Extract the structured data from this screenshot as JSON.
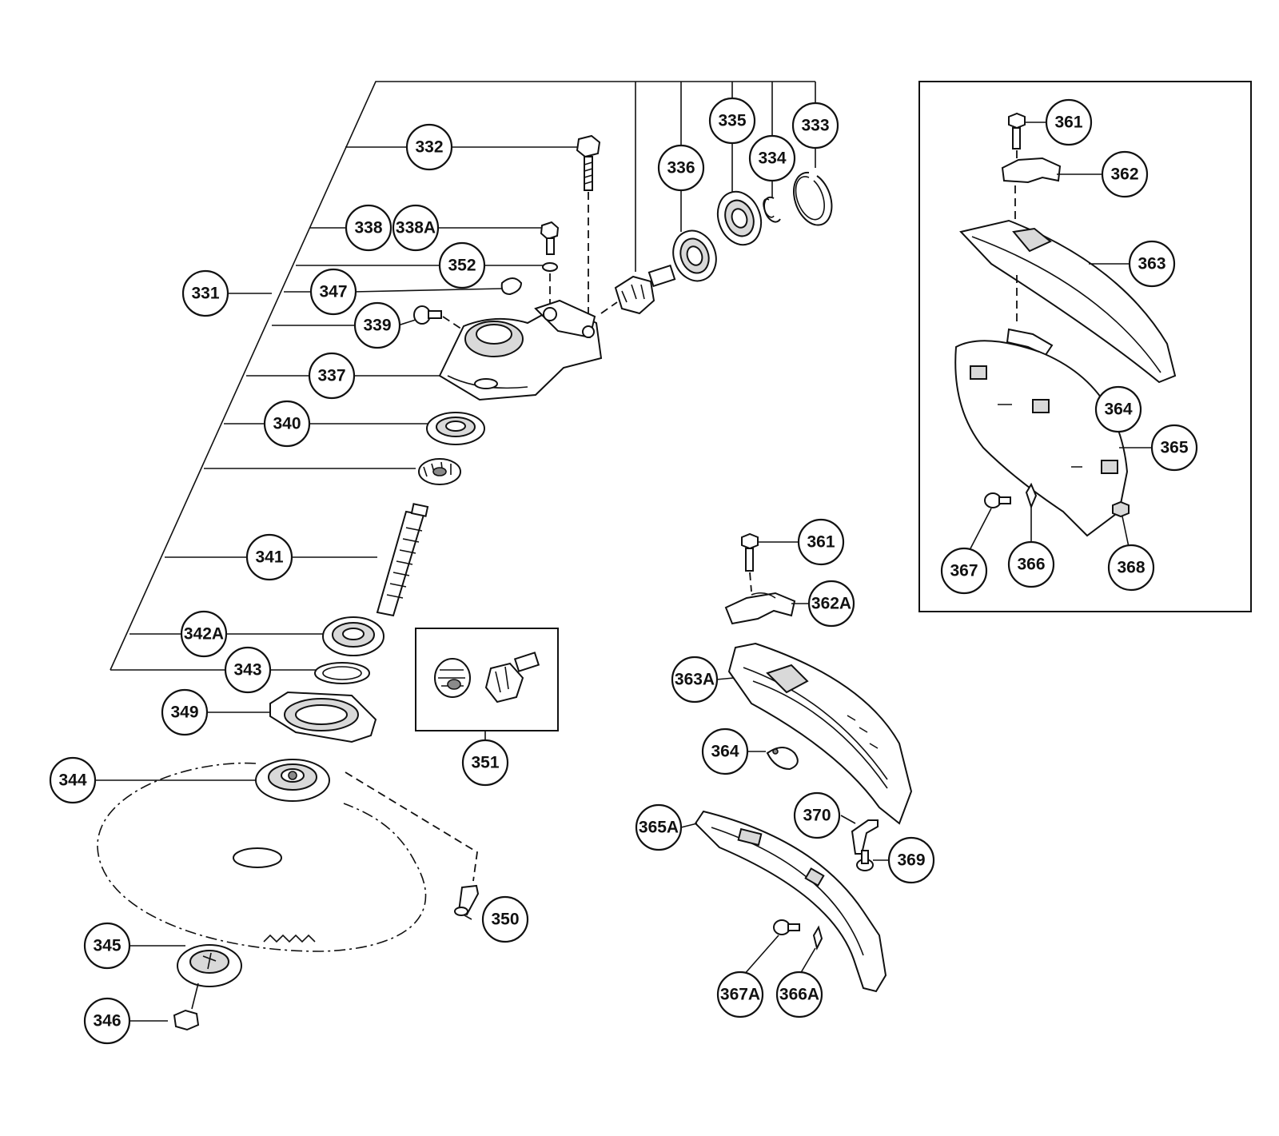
{
  "callouts": {
    "c331": "331",
    "c332": "332",
    "c333": "333",
    "c334": "334",
    "c335": "335",
    "c336": "336",
    "c337": "337",
    "c338": "338",
    "c338a": "338A",
    "c339": "339",
    "c340": "340",
    "c341": "341",
    "c342a": "342A",
    "c343": "343",
    "c344": "344",
    "c345": "345",
    "c346": "346",
    "c347": "347",
    "c349": "349",
    "c350": "350",
    "c351": "351",
    "c352": "352",
    "c361": "361",
    "c362a": "362A",
    "c363a": "363A",
    "c364": "364",
    "c365a": "365A",
    "c366a": "366A",
    "c367a": "367A",
    "c369": "369",
    "c370": "370",
    "inset": {
      "c361": "361",
      "c362": "362",
      "c363": "363",
      "c364": "364",
      "c365": "365",
      "c366": "366",
      "c367": "367",
      "c368": "368"
    }
  }
}
